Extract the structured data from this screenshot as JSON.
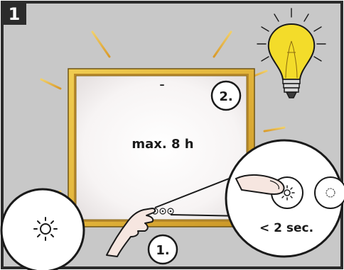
{
  "panel": {
    "step_number": "1"
  },
  "screen": {
    "minus_label": "–",
    "duration_label": "max. 8 h",
    "step2_label": "2."
  },
  "hand": {
    "step1_label": "1."
  },
  "zoom": {
    "press_duration_label": "< 2 sec."
  },
  "icons": {
    "light_button_icon": "sun-icon",
    "zoom_active_button_icon": "sun-icon",
    "zoom_inactive_button_icon": "dim-sun-icon",
    "bulb_icon": "light-bulb-icon"
  },
  "colors": {
    "background": "#c8c8c8",
    "panel_border": "#2b2b2b",
    "frame_gold": "#e2b43a",
    "frame_gold_dark": "#b8892a",
    "glow_ray": "#e9b440",
    "bulb_yellow": "#f3dc2a",
    "badge": "#2b2b2b"
  }
}
